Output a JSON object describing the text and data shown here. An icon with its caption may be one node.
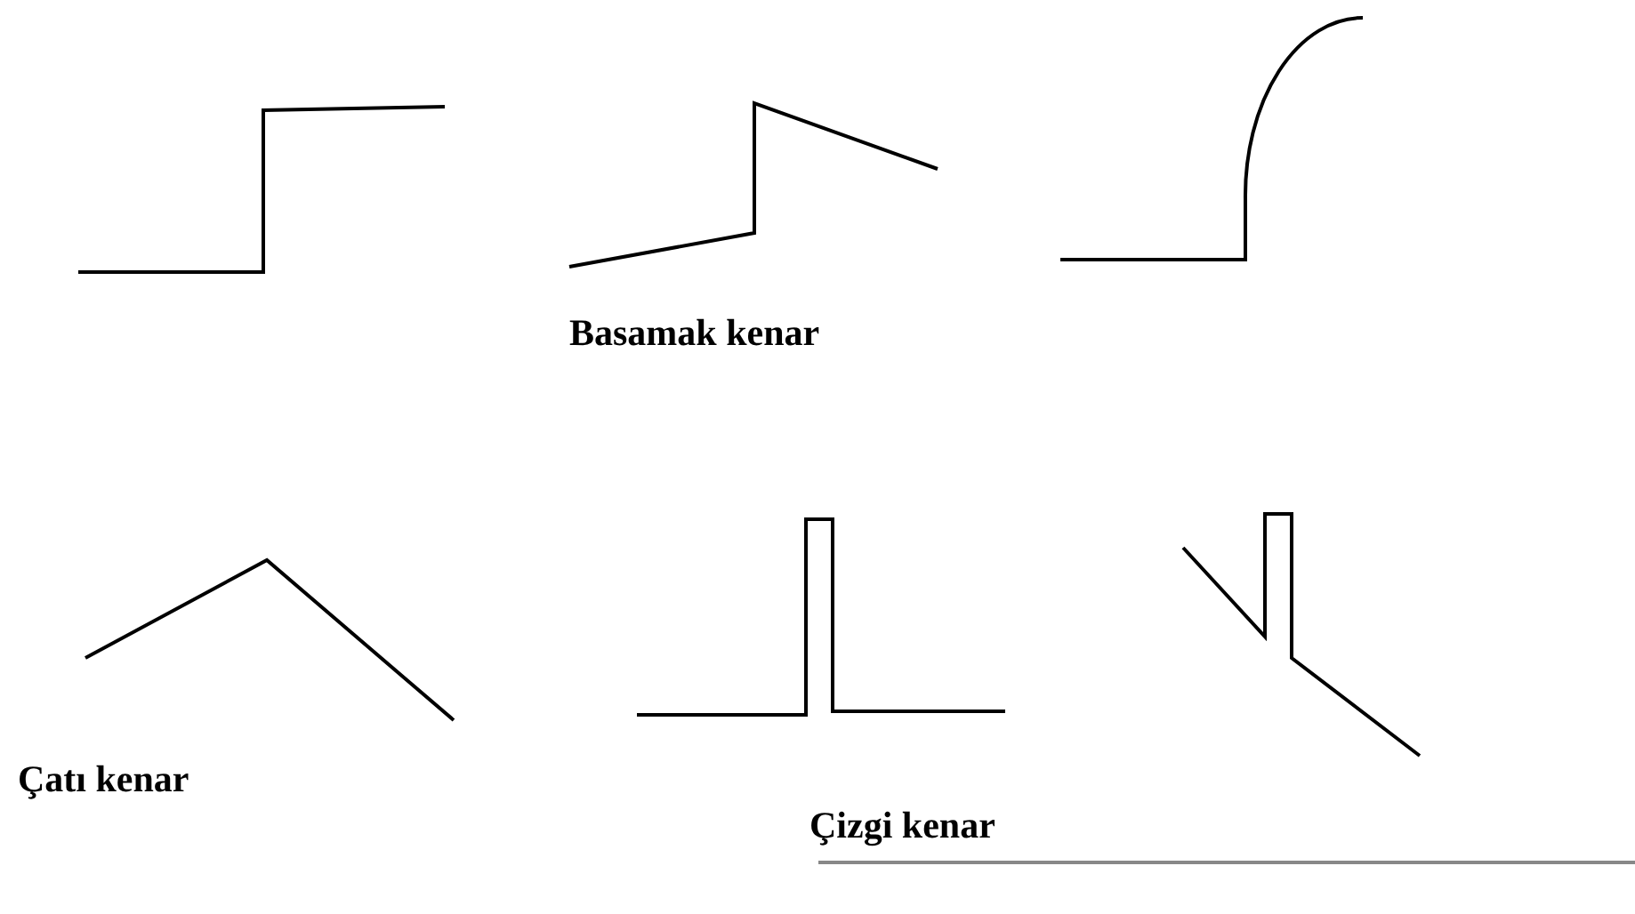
{
  "diagram": {
    "labels": [
      "Basamak kenar",
      "Çatı kenar",
      "Çizgi kenar"
    ]
  }
}
